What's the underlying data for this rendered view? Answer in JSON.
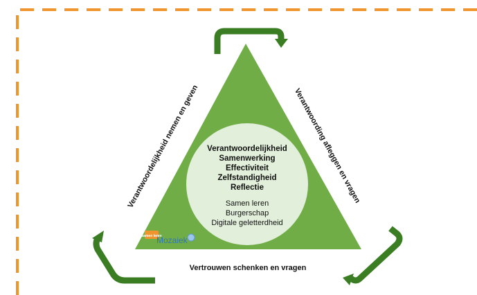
{
  "diagram": {
    "center_bold": [
      "Verantwoordelijkheid",
      "Samenwerking",
      "Effectiviteit",
      "Zelfstandigheid",
      "Reflectie"
    ],
    "center_regular": [
      "Samen leren",
      "Burgerschap",
      "Digitale geletterdheid"
    ],
    "left_side_label": "Verantwoordelijkheid nemen en geven",
    "right_side_label": "Verantwoording afleggen en vragen",
    "bottom_label": "Vertrouwen schenken en vragen",
    "logo": {
      "name": "Mozaiek",
      "tagline": "samen leren"
    },
    "colors": {
      "triangle": "#70ad47",
      "circle": "#e2efda",
      "arrow": "#3a7d22",
      "border": "#f0952e"
    }
  }
}
